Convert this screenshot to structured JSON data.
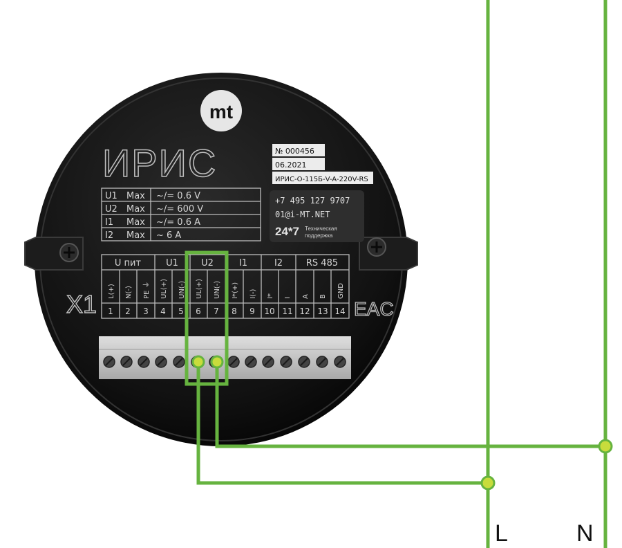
{
  "logo": {
    "text": "mt"
  },
  "brand": {
    "name": "ИРИС"
  },
  "info_plate": {
    "serial": "№ 000456",
    "date": "06.2021",
    "model": "ИРИС-О-115Б-V-A-220V-RS"
  },
  "ratings": [
    {
      "param": "U1",
      "max": "Max",
      "value": "~/= 0.6 V"
    },
    {
      "param": "U2",
      "max": "Max",
      "value": "~/= 600 V"
    },
    {
      "param": "I1",
      "max": "Max",
      "value": "~/= 0.6 A"
    },
    {
      "param": "I2",
      "max": "Max",
      "value": "~ 6 A"
    }
  ],
  "support": {
    "phone": "+7 495 127 9707",
    "email": "01@i-MT.NET",
    "hours": "24*7",
    "label_line1": "Техническая",
    "label_line2": "поддержка"
  },
  "terminal_groups": [
    {
      "label": "U пит"
    },
    {
      "label": "U1"
    },
    {
      "label": "U2"
    },
    {
      "label": "I1"
    },
    {
      "label": "I2"
    },
    {
      "label": "RS 485"
    }
  ],
  "terminals": [
    {
      "signal": "L(+)",
      "num": "1"
    },
    {
      "signal": "N(-)",
      "num": "2"
    },
    {
      "signal": "PE ⏚",
      "num": "3"
    },
    {
      "signal": "UL(+)",
      "num": "4"
    },
    {
      "signal": "UN(-)",
      "num": "5"
    },
    {
      "signal": "UL(+)",
      "num": "6"
    },
    {
      "signal": "UN(-)",
      "num": "7"
    },
    {
      "signal": "I*(+)",
      "num": "8"
    },
    {
      "signal": "I(-)",
      "num": "9"
    },
    {
      "signal": "I*",
      "num": "10"
    },
    {
      "signal": "I",
      "num": "11"
    },
    {
      "signal": "A",
      "num": "12"
    },
    {
      "signal": "B",
      "num": "13"
    },
    {
      "signal": "GND",
      "num": "14"
    }
  ],
  "connector_label": "X1",
  "cert_mark": "EAC",
  "lines": {
    "live": "L",
    "neutral": "N"
  },
  "colors": {
    "wire": "#66b33f",
    "node": "#c8dc3c",
    "device": "#141414",
    "plate": "#dcdcdc",
    "terminal": "#c4c4c4"
  }
}
